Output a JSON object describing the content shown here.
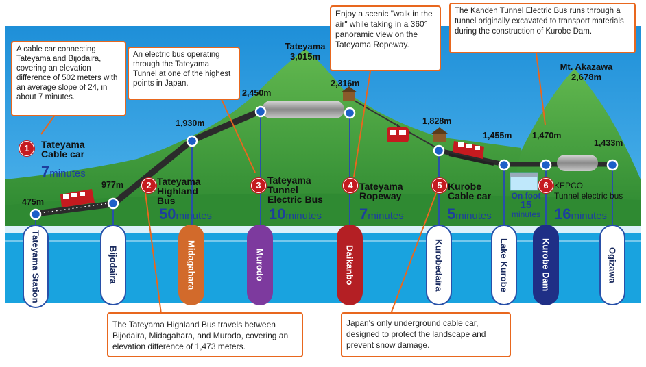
{
  "colors": {
    "accent": "#e8671e",
    "badge_red": "#c51a1f",
    "duration_blue": "#1d3e9e",
    "sky": "#2a9be0",
    "mountain": "#3f9a3a",
    "sea": "#19a3df"
  },
  "callouts": {
    "cable_car": "A cable car connecting Tateyama and Bijodaira, covering an elevation difference of 502 meters with an average slope of 24, in about 7 minutes.",
    "tunnel_bus": "An electric bus operating through the Tateyama Tunnel at one of the highest points in Japan.",
    "ropeway": "Enjoy a scenic \"walk in the air\" while taking in a 360° panoramic view on the Tateyama Ropeway.",
    "kanden": "The Kanden Tunnel Electric Bus runs through a tunnel originally excavated to transport materials during the construction of Kurobe Dam.",
    "highland_bus": "The Tateyama Highland Bus travels between Bijodaira, Midagahara, and Murodo, covering an elevation difference of 1,473 meters.",
    "kurobe_cable": "Japan's only underground cable car, designed to protect the landscape and prevent snow damage."
  },
  "peaks": {
    "tateyama": {
      "name": "Tateyama",
      "alt": "3,015m"
    },
    "akazawa": {
      "name": "Mt. Akazawa",
      "alt": "2,678m"
    }
  },
  "stations": [
    {
      "name": "Tateyama Station",
      "alt": "475m"
    },
    {
      "name": "Bijodaira",
      "alt": "977m"
    },
    {
      "name": "Midagahara",
      "alt": "1,930m"
    },
    {
      "name": "Murodo",
      "alt": "2,450m"
    },
    {
      "name": "Daikanbo",
      "alt": "2,316m"
    },
    {
      "name": "Kurobedaira",
      "alt": "1,828m"
    },
    {
      "name": "Lake Kurobe",
      "alt": "1,455m"
    },
    {
      "name": "Kurobe Dam",
      "alt": "1,470m"
    },
    {
      "name": "Ogizawa",
      "alt": "1,433m"
    }
  ],
  "segments": [
    {
      "num": "1",
      "line1": "Tateyama",
      "line2": "Cable car",
      "line3": "",
      "minutes": "7",
      "unit": "minutes"
    },
    {
      "num": "2",
      "line1": "Tateyama",
      "line2": "Highland",
      "line3": "Bus",
      "minutes": "50",
      "unit": "minutes"
    },
    {
      "num": "3",
      "line1": "Tateyama",
      "line2": "Tunnel",
      "line3": "Electric Bus",
      "minutes": "10",
      "unit": "minutes"
    },
    {
      "num": "4",
      "line1": "Tateyama",
      "line2": "Ropeway",
      "line3": "",
      "minutes": "7",
      "unit": "minutes"
    },
    {
      "num": "5",
      "line1": "Kurobe",
      "line2": "Cable car",
      "line3": "",
      "minutes": "5",
      "unit": "minutes"
    },
    {
      "num": "6",
      "line1": "KEPCO",
      "line2": "Tunnel electric bus",
      "line3": "",
      "minutes": "16",
      "unit": "minutes"
    }
  ],
  "on_foot": {
    "label": "On foot",
    "minutes": "15",
    "unit": "minutes"
  }
}
